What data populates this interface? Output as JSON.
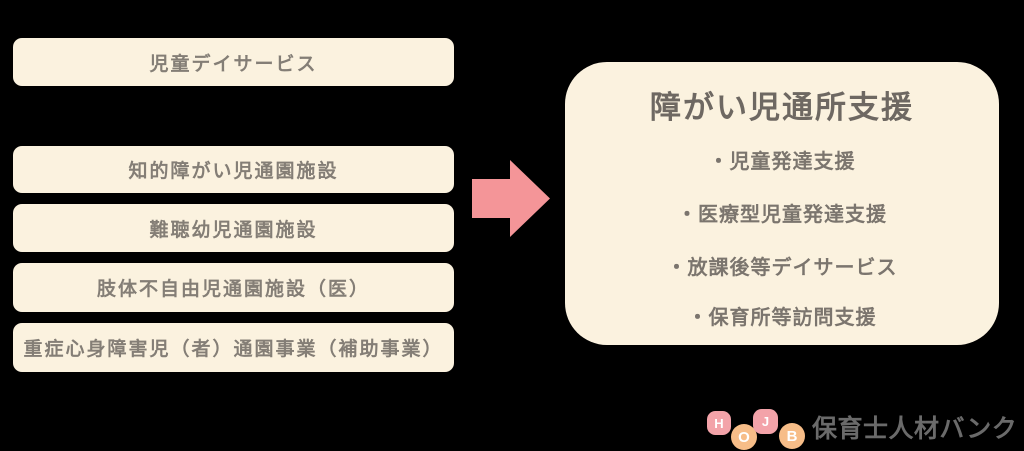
{
  "page": {
    "background": "#000000"
  },
  "left_column": {
    "box_bg": "#FBF2DF",
    "text_color": "#847E76",
    "boxes": [
      {
        "label": "児童デイサービス"
      },
      {
        "label": "知的障がい児通園施設"
      },
      {
        "label": "難聴幼児通園施設"
      },
      {
        "label": "肢体不自由児通園施設（医）"
      },
      {
        "label": "重症心身障害児（者）通園事業（補助事業）"
      }
    ]
  },
  "arrow": {
    "direction": "right",
    "color": "#F49598"
  },
  "right_panel": {
    "bg": "#FBF2DF",
    "title": "障がい児通所支援",
    "title_color": "#6E6862",
    "text_color": "#7B756E",
    "items": [
      {
        "label": "・児童発達支援"
      },
      {
        "label": "・医療型児童発達支援"
      },
      {
        "label": "・放課後等デイサービス"
      },
      {
        "label": "・保育所等訪問支援"
      }
    ]
  },
  "logo": {
    "badges": [
      {
        "letter": "H",
        "color": "#F3A3A9"
      },
      {
        "letter": "O",
        "color": "#F7BD88"
      },
      {
        "letter": "J",
        "color": "#F3A3A9"
      },
      {
        "letter": "B",
        "color": "#F7BD88"
      }
    ],
    "brand_text": "保育士人材バンク",
    "brand_color": "#6A6A6A"
  }
}
